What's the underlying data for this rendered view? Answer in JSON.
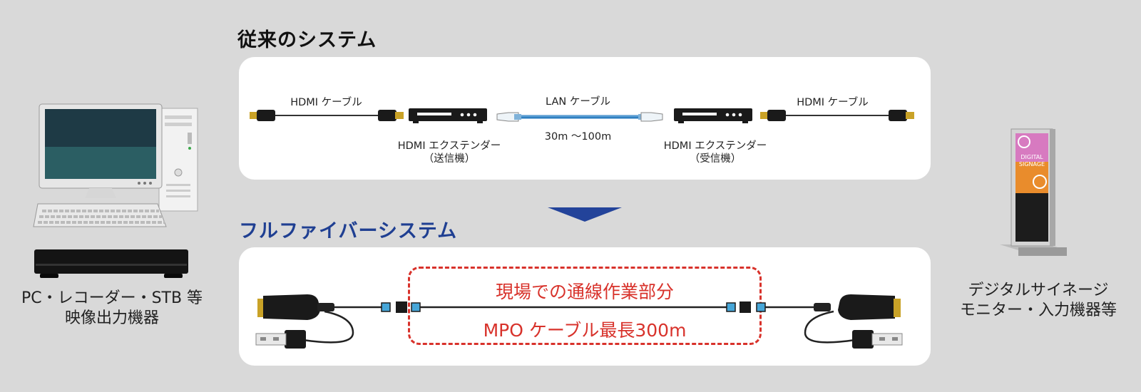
{
  "legacy": {
    "title": "従来のシステム",
    "hdmi_cable_left": "HDMI ケーブル",
    "lan_cable": "LAN ケーブル",
    "lan_length": "30m 〜100m",
    "hdmi_cable_right": "HDMI ケーブル",
    "extender_tx": "HDMI エクステンダー",
    "extender_tx_sub": "（送信機）",
    "extender_rx": "HDMI エクステンダー",
    "extender_rx_sub": "（受信機）"
  },
  "fiber": {
    "title": "フルファイバーシステム",
    "onsite_work": "現場での通線作業部分",
    "mpo_cable": "MPO ケーブル最長300m"
  },
  "left_device": {
    "line1": "PC・レコーダー・STB 等",
    "line2": "映像出力機器"
  },
  "right_device": {
    "line1": "デジタルサイネージ",
    "line2": "モニター・入力機器等",
    "screen_text1": "DIGITAL",
    "screen_text2": "SIGNAGE"
  },
  "colors": {
    "legacy_title": "#111111",
    "fiber_title": "#1f3f92",
    "arrow": "#23439a",
    "accent_red": "#d8322b",
    "lan_cable": "#2f7fc0"
  }
}
